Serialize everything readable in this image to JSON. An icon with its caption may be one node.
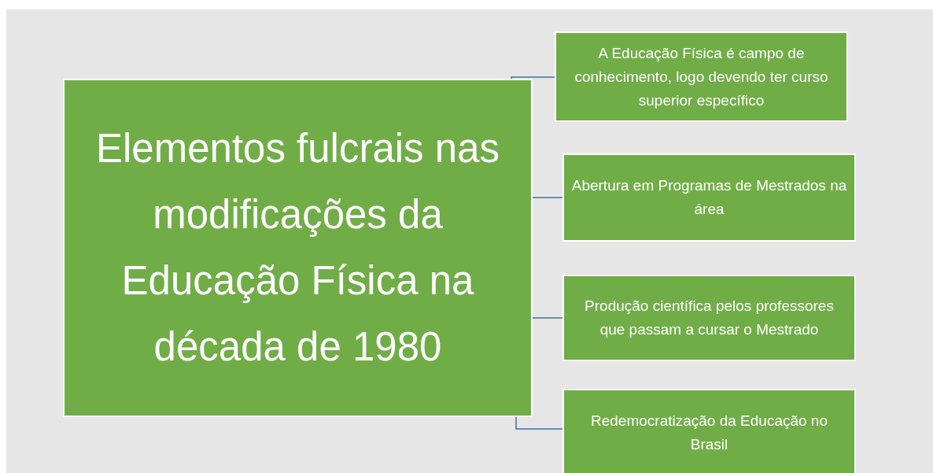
{
  "diagram": {
    "nodes": [
      {
        "text": [
          "Elementos fulcrais nas modificações da Educação Física na década de 1980"
        ]
      },
      {
        "text": [
          "A Educação Física é campo de conhecimento, logo devendo ter curso superior específico"
        ]
      },
      {
        "text": [
          "Abertura em Programas de Mestrados na área"
        ]
      },
      {
        "text": [
          "Produção científica pelos professores que passam a cursar o Mestrado"
        ]
      },
      {
        "text": [
          "Redemocratização da Educação no Brasil"
        ]
      }
    ],
    "edges": [
      {
        "from": 0,
        "to": 1,
        "arrow": "none"
      },
      {
        "from": 0,
        "to": 2,
        "arrow": "none"
      },
      {
        "from": 0,
        "to": 3,
        "arrow": "none"
      },
      {
        "from": 0,
        "to": 4,
        "arrow": "none"
      }
    ]
  }
}
